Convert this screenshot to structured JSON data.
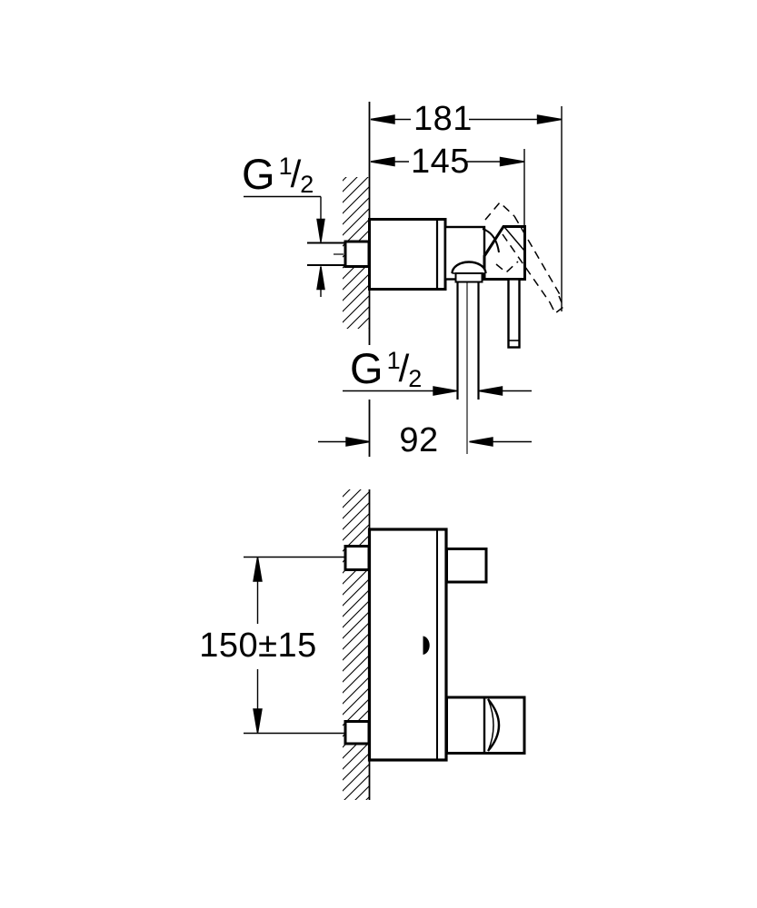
{
  "drawing": {
    "background": "#ffffff",
    "line_color": "#000000",
    "labels": {
      "overall_depth": "181",
      "body_depth": "145",
      "outlet_offset": "92",
      "connection_spacing": "150±15",
      "thread_top": {
        "prefix": "G",
        "numerator": "1",
        "slash": "/",
        "denominator": "2"
      },
      "thread_outlet": {
        "prefix": "G",
        "numerator": "1",
        "slash": "/",
        "denominator": "2"
      }
    }
  }
}
